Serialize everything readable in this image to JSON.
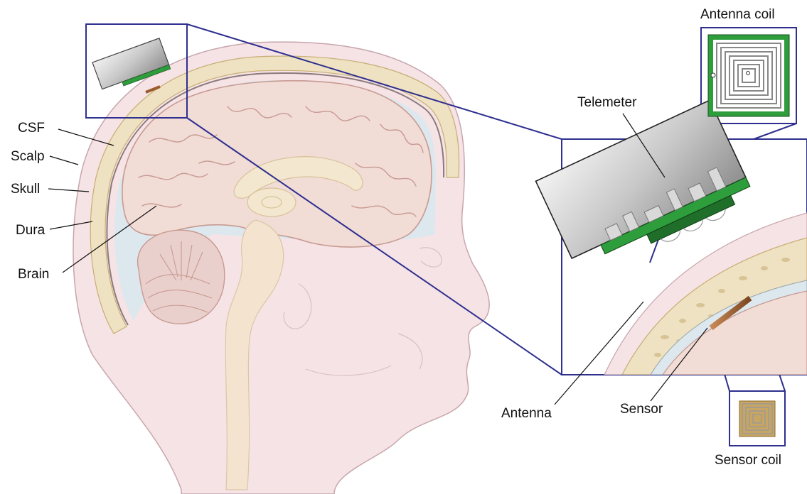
{
  "labels": {
    "csf": "CSF",
    "scalp": "Scalp",
    "skull": "Skull",
    "dura": "Dura",
    "brain": "Brain",
    "telemeter": "Telemeter",
    "antenna_coil": "Antenna coil",
    "antenna": "Antenna",
    "sensor": "Sensor",
    "sensor_coil": "Sensor coil"
  },
  "colors": {
    "frame": "#2e2f8f",
    "skin": "#f6e3e6",
    "skin_outline": "#c7a6ad",
    "skull_bone": "#efe2c2",
    "csf_fluid": "#dde8ee",
    "brain": "#f2dcd6",
    "brain_outline": "#c79a91",
    "pcb_green": "#2e9e3c",
    "pcb_dark": "#1f6e2a",
    "metal": "#c9c9c9",
    "sensor_copper": "#9a5c2c"
  }
}
